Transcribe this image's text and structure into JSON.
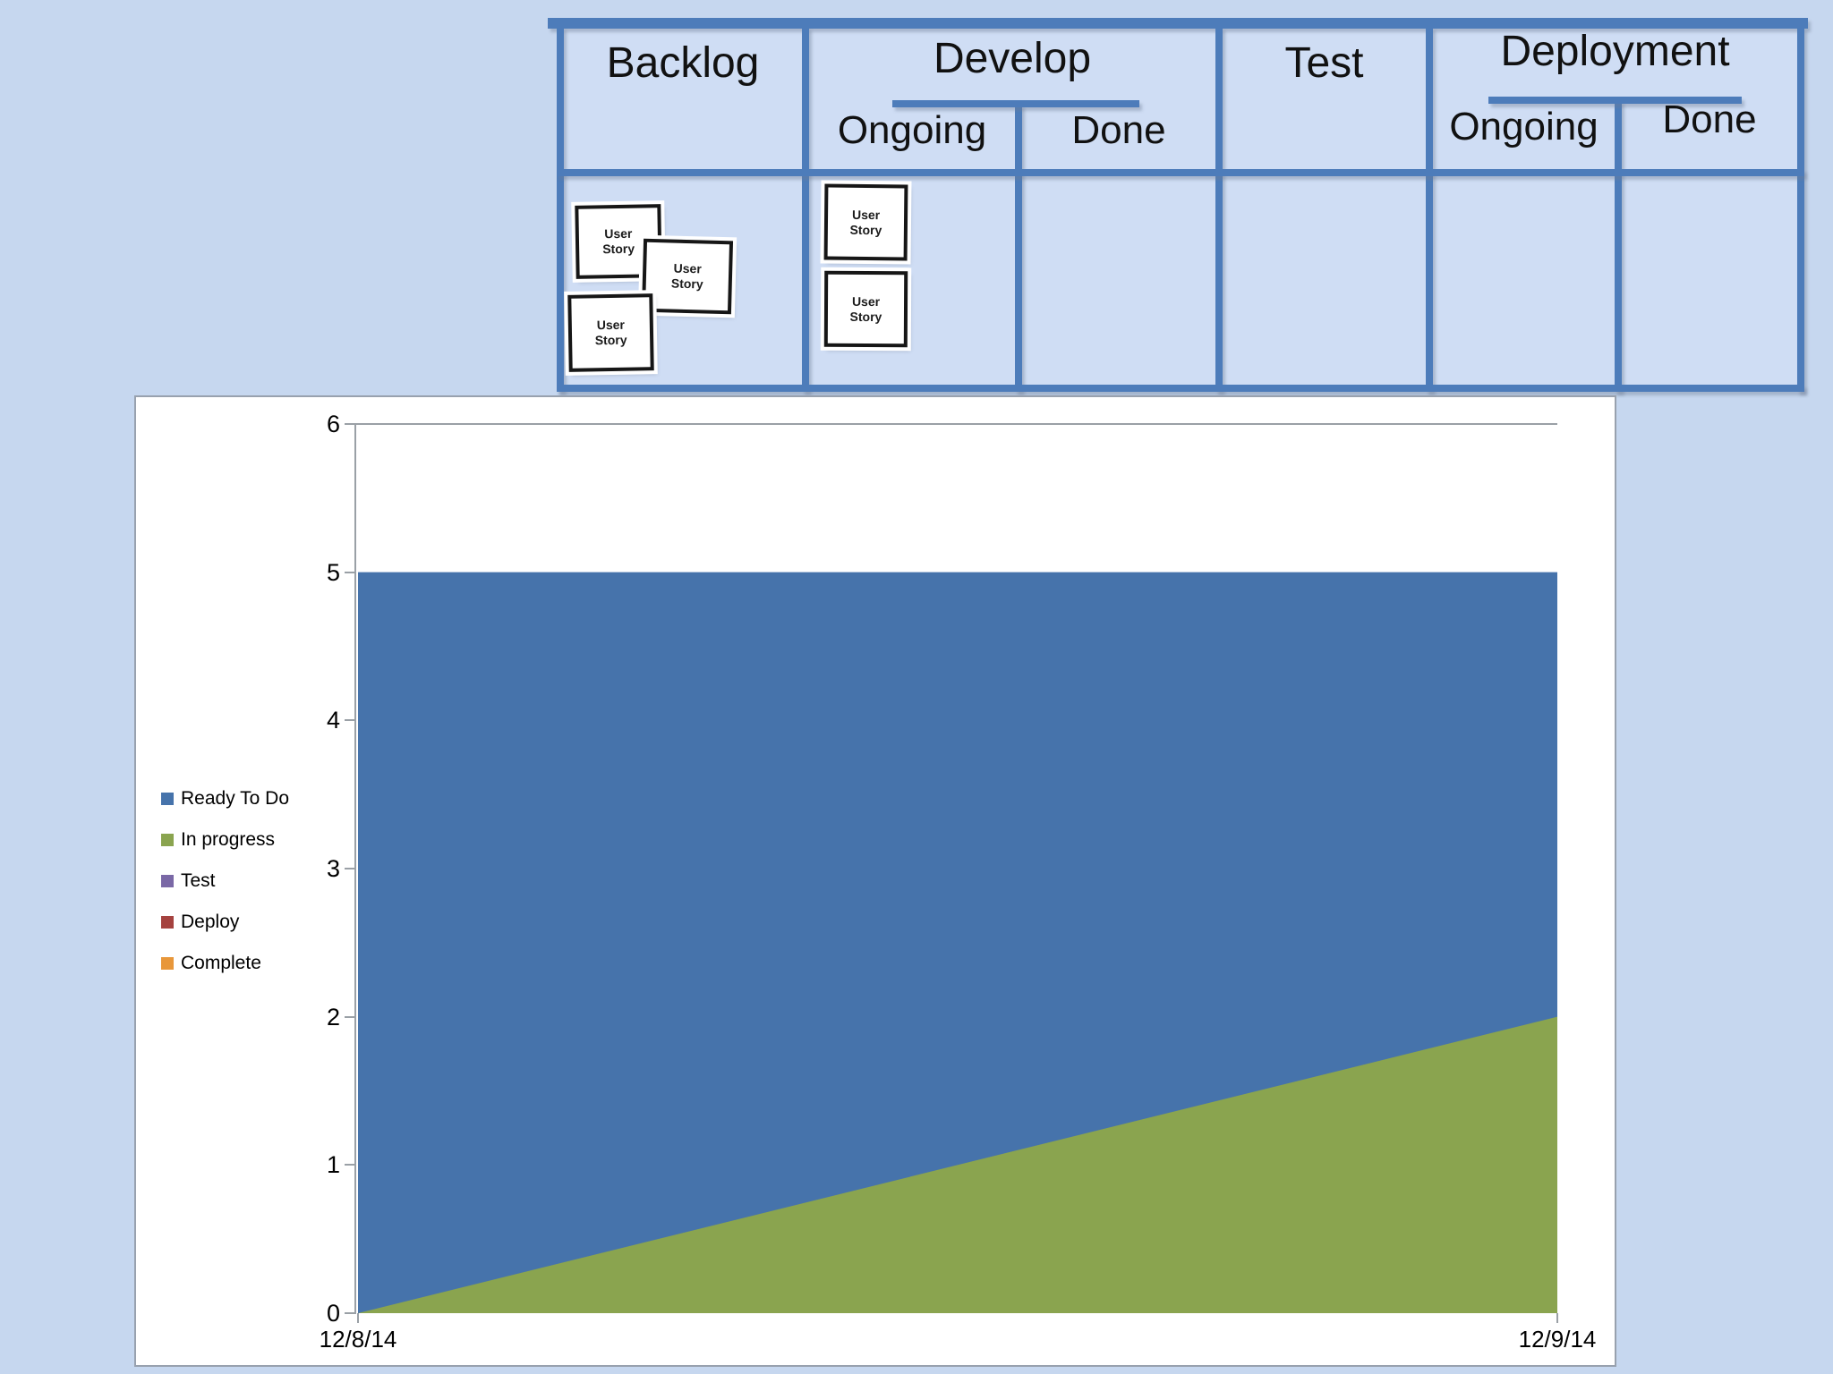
{
  "palette": {
    "page_background": "#C6D7EF",
    "board_cell_fill": "#CFDDF4",
    "board_line_blue": "#4D7CBA",
    "axis_gray": "#9AA0A6",
    "card_border": "#161616"
  },
  "board": {
    "columns": [
      {
        "label": "Backlog"
      },
      {
        "label": "Develop",
        "sub": [
          {
            "label": "Ongoing"
          },
          {
            "label": "Done"
          }
        ]
      },
      {
        "label": "Test"
      },
      {
        "label": "Deployment",
        "sub": [
          {
            "label": "Ongoing"
          },
          {
            "label": "Done"
          }
        ]
      }
    ],
    "cards": [
      {
        "label": "User Story",
        "column": "Backlog"
      },
      {
        "label": "User Story",
        "column": "Backlog"
      },
      {
        "label": "User Story",
        "column": "Backlog"
      },
      {
        "label": "User Story",
        "column": "Develop / Ongoing"
      },
      {
        "label": "User Story",
        "column": "Develop / Ongoing"
      }
    ]
  },
  "chart_data": {
    "type": "area",
    "stacked": true,
    "x": [
      "12/8/14",
      "12/9/14"
    ],
    "series": [
      {
        "name": "Ready To Do",
        "color": "#4673AB",
        "values": [
          5,
          3
        ]
      },
      {
        "name": "In progress",
        "color": "#8AA44F",
        "values": [
          0,
          2
        ]
      },
      {
        "name": "Test",
        "color": "#7A68A6",
        "values": [
          0,
          0
        ]
      },
      {
        "name": "Deploy",
        "color": "#A5423F",
        "values": [
          0,
          0
        ]
      },
      {
        "name": "Complete",
        "color": "#E8973A",
        "values": [
          0,
          0
        ]
      }
    ],
    "ylim": [
      0,
      6
    ],
    "yticks": [
      0,
      1,
      2,
      3,
      4,
      5,
      6
    ],
    "legend_position": "left",
    "grid": "top-border-only",
    "title": "",
    "xlabel": "",
    "ylabel": ""
  }
}
